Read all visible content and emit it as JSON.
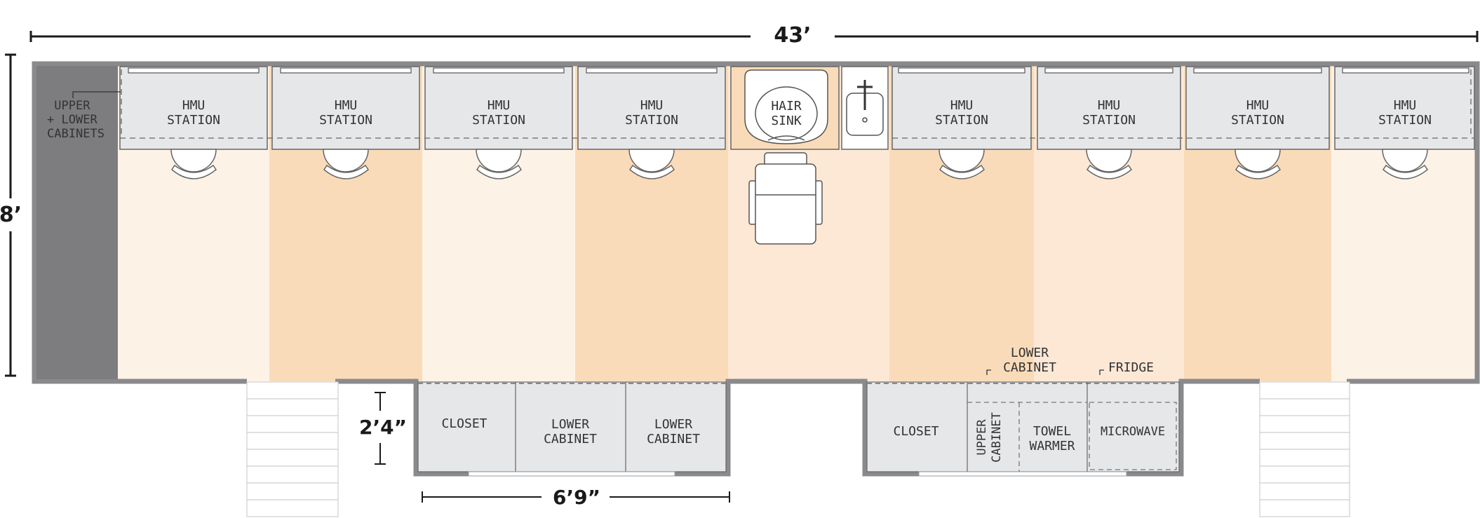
{
  "dimensions": {
    "length": "43’",
    "width": "8’",
    "slide_depth": "2’4”",
    "slide_length": "6’9”"
  },
  "labels": {
    "cabinets_left": [
      "UPPER",
      "+ LOWER",
      "CABINETS"
    ],
    "hmu_station": [
      "HMU",
      "STATION"
    ],
    "hair_sink": [
      "HAIR",
      "SINK"
    ],
    "closet": "CLOSET",
    "lower_cabinet": [
      "LOWER",
      "CABINET"
    ],
    "upper_cabinet": [
      "UPPER",
      "CABINET"
    ],
    "towel_warmer": [
      "TOWEL",
      "WARMER"
    ],
    "microwave": "MICROWAVE",
    "fridge_callout": "FRIDGE",
    "lower_cabinet_callout": [
      "LOWER",
      "CABINET"
    ]
  },
  "colors": {
    "wall": "#8a8a8c",
    "cabinet_block": "#7d7d80",
    "counter": "#e6e7e8",
    "zone_light": "#fdf2e6",
    "zone_dark": "#fadbb9",
    "zone_mid": "#fde8d6",
    "line": "#333333"
  }
}
